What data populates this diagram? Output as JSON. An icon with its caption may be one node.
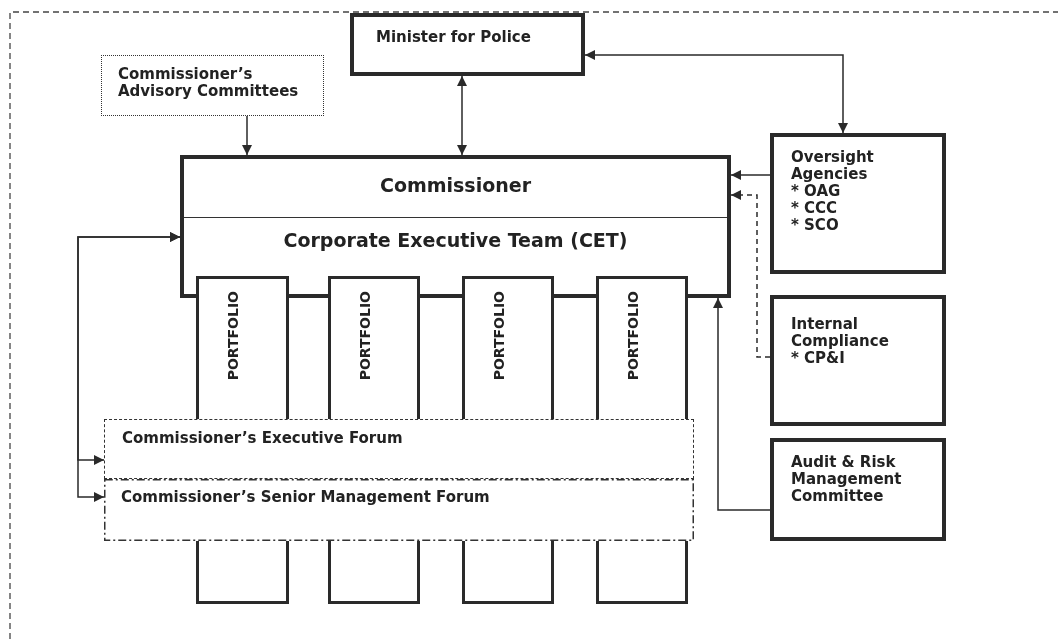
{
  "diagram": {
    "nodes": [
      {
        "text": [
          "Minister for Police"
        ]
      },
      {
        "text": [
          "Commissioner’s Advisory Committees"
        ]
      },
      {
        "text": [
          "Commissioner",
          "Corporate Executive Team (CET)"
        ]
      },
      {
        "text": [
          "Oversight Agencies",
          "* OAG",
          "* CCC",
          "* SCO"
        ]
      },
      {
        "text": [
          "Internal Compliance",
          "* CP&I"
        ]
      },
      {
        "text": [
          "Audit & Risk Management Committee"
        ]
      },
      {
        "text": [
          "PORTFOLIO"
        ]
      },
      {
        "text": [
          "PORTFOLIO"
        ]
      },
      {
        "text": [
          "PORTFOLIO"
        ]
      },
      {
        "text": [
          "PORTFOLIO"
        ]
      },
      {
        "text": [
          "Commissioner’s Executive Forum"
        ]
      },
      {
        "text": [
          "Commissioner’s Senior Management Forum"
        ]
      },
      {
        "text": [],
        "shape": "box"
      },
      {
        "text": [],
        "shape": "box"
      },
      {
        "text": [],
        "shape": "box"
      },
      {
        "text": [],
        "shape": "box"
      }
    ],
    "edges": [
      {
        "from": 0,
        "to": 2,
        "arrow": "both"
      },
      {
        "from": 1,
        "to": 2,
        "arrow": "to"
      },
      {
        "from": 0,
        "to": 3,
        "arrow": "both"
      },
      {
        "from": 3,
        "to": 2,
        "arrow": "to"
      },
      {
        "from": 4,
        "to": 2,
        "arrow": "to",
        "style": "dashed"
      },
      {
        "from": 5,
        "to": 2,
        "arrow": "to"
      },
      {
        "from": 2,
        "to": 10,
        "arrow": "both"
      },
      {
        "from": 2,
        "to": 11,
        "arrow": "both"
      }
    ]
  }
}
